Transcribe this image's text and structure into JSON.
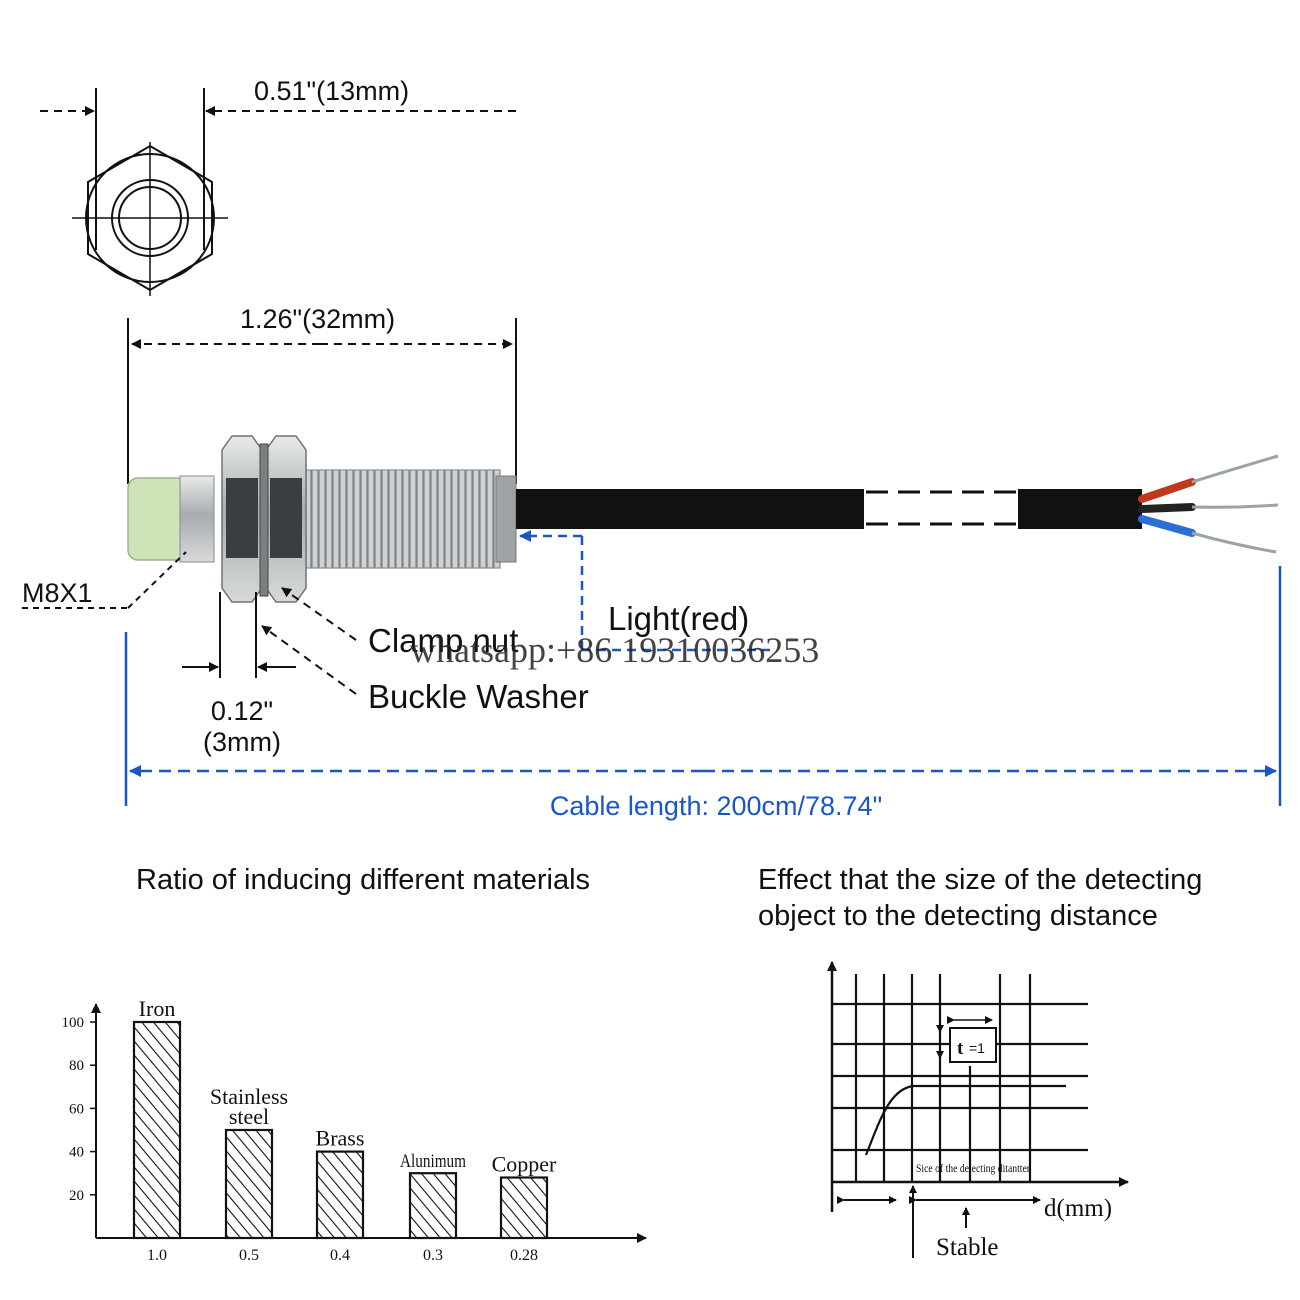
{
  "dimensions": {
    "top_view_width": "0.51\"(13mm)",
    "body_length": "1.26\"(32mm)",
    "thread": "M8X1",
    "washer_thickness_line1": "0.12\"",
    "washer_thickness_line2": "(3mm)",
    "cable_length": "Cable length: 200cm/78.74\""
  },
  "labels": {
    "light": "Light(red)",
    "clamp_nut": "Clamp nut",
    "buckle_washer": "Buckle Washer",
    "watermark": "whatsapp:+86 19310036253"
  },
  "colors": {
    "accent_blue": "#1a56c8",
    "wire_red": "#c0391b",
    "wire_blue": "#2b6fd6",
    "sensor_cap": "#cfe3b8",
    "cable": "#111111"
  },
  "materials_chart": {
    "title": "Ratio of inducing different materials"
  },
  "distance_chart": {
    "title_line1": "Effect that the size of the detecting",
    "title_line2": "object to the detecting distance",
    "t_label": "t",
    "t_eq": "=1",
    "x_axis_label": "d(mm)",
    "caption": "Sice of the delecting ditantter",
    "stable_label": "Stable"
  },
  "chart_data": {
    "type": "bar",
    "title": "",
    "categories": [
      "Iron",
      "Stainless steel",
      "Brass",
      "Alunimum",
      "Copper"
    ],
    "category_lines": [
      [
        "Iron"
      ],
      [
        "Stainless",
        "steel"
      ],
      [
        "Brass"
      ],
      [
        "Alunimum"
      ],
      [
        "Copper"
      ]
    ],
    "x_tick_labels": [
      "1.0",
      "0.5",
      "0.4",
      "0.3",
      "0.28"
    ],
    "values": [
      100,
      50,
      40,
      30,
      28
    ],
    "y_ticks": [
      20,
      40,
      60,
      80,
      100
    ],
    "ylim": [
      0,
      110
    ],
    "xlabel": "",
    "ylabel": ""
  }
}
